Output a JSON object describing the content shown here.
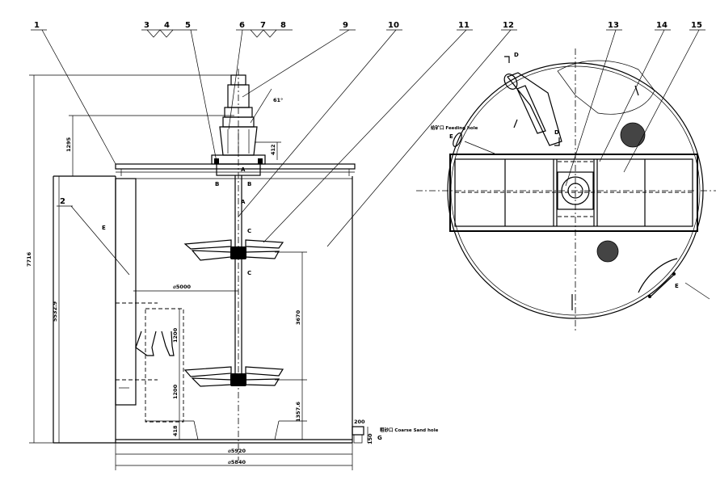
{
  "callouts": [
    "1",
    "2",
    "3",
    "4",
    "5",
    "6",
    "7",
    "8",
    "9",
    "10",
    "11",
    "12",
    "13",
    "14",
    "15"
  ],
  "dimensions": {
    "total_height": "7716",
    "inner_height": "5532.9",
    "motor_height": "1295",
    "shaft_offset": "412",
    "impeller_diameter": "⌀5000",
    "shaft_length": "3670",
    "tube_upper": "1200",
    "tube_lower": "1200",
    "bottom_gap": "418",
    "lower_blade_height": "1357.6",
    "outlet_height": "200",
    "outlet_base": "150",
    "inner_diameter": "⌀5920",
    "outer_diameter": "⌀5840",
    "angle": "61°"
  },
  "section_marks": {
    "A": "A",
    "B": "B",
    "C": "C",
    "D": "D",
    "E": "E",
    "G": "G"
  },
  "notes": {
    "feeding_hole": "给矿口 Feeding hole",
    "coarse_sand_hole": "粗砂口 Coarse Sand hole"
  }
}
